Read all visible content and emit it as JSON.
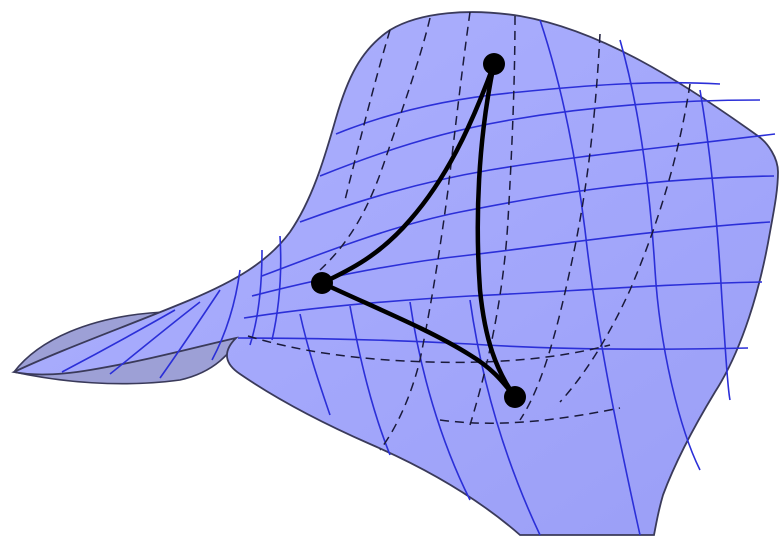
{
  "diagram": {
    "surface_type": "saddle",
    "colors": {
      "surface_fill": "#a3a7fb",
      "underside_fill": "#9da0d6",
      "surface_outline": "#3a3a5a",
      "grid_visible": "#2b2fd8",
      "grid_hidden": "#1a1a3a",
      "triangle": "#000000"
    },
    "triangle": {
      "vertex_count": 3,
      "edge_count": 3,
      "edge_style": "curved geodesic, bowed inward"
    },
    "grid": {
      "visible_line_style": "solid",
      "hidden_line_style": "dashed"
    }
  }
}
